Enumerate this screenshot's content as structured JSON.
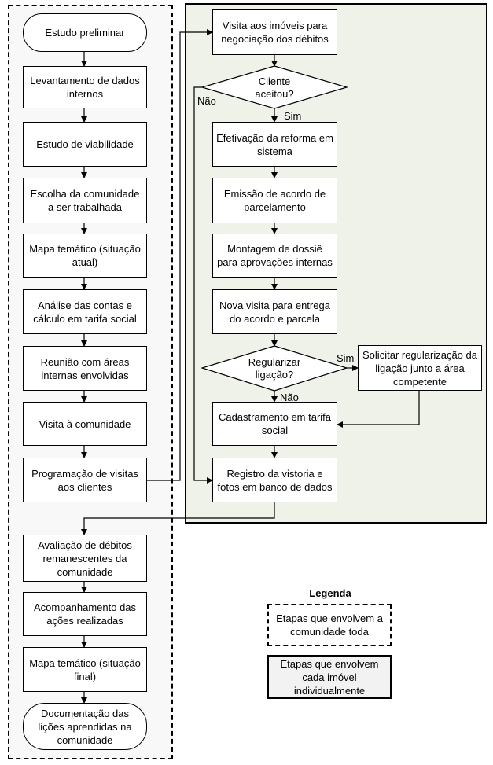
{
  "left_steps": [
    "Estudo preliminar",
    "Levantamento de dados internos",
    "Estudo de viabilidade",
    "Escolha da comunidade a ser trabalhada",
    "Mapa temático (situação atual)",
    "Análise das contas e cálculo em tarifa social",
    "Reunião com áreas internas envolvidas",
    "Visita à comunidade",
    "Programação de visitas aos clientes",
    "Avaliação de débitos remanescentes da comunidade",
    "Acompanhamento das ações realizadas",
    "Mapa temático (situação final)",
    "Documentação das lições aprendidas na comunidade"
  ],
  "right_steps": {
    "visita": "Visita aos imóveis para negociação dos débitos",
    "cliente_aceitou": "Cliente aceitou?",
    "efetivacao": "Efetivação da reforma em sistema",
    "emissao": "Emissão de acordo de parcelamento",
    "montagem": "Montagem de dossiê para aprovações internas",
    "nova_visita": "Nova visita para entrega do acordo e parcela",
    "regularizar": "Regularizar ligação?",
    "solicitar": "Solicitar regularização da ligação junto a área competente",
    "cadastramento": "Cadastramento em tarifa social",
    "registro": "Registro da vistoria e fotos em banco de dados"
  },
  "branch_labels": {
    "nao1": "Não",
    "sim1": "Sim",
    "sim2": "Sim",
    "nao2": "Não"
  },
  "legend": {
    "title": "Legenda",
    "dashed": "Etapas que envolvem a comunidade toda",
    "solid": "Etapas que envolvem cada imóvel individualmente"
  }
}
